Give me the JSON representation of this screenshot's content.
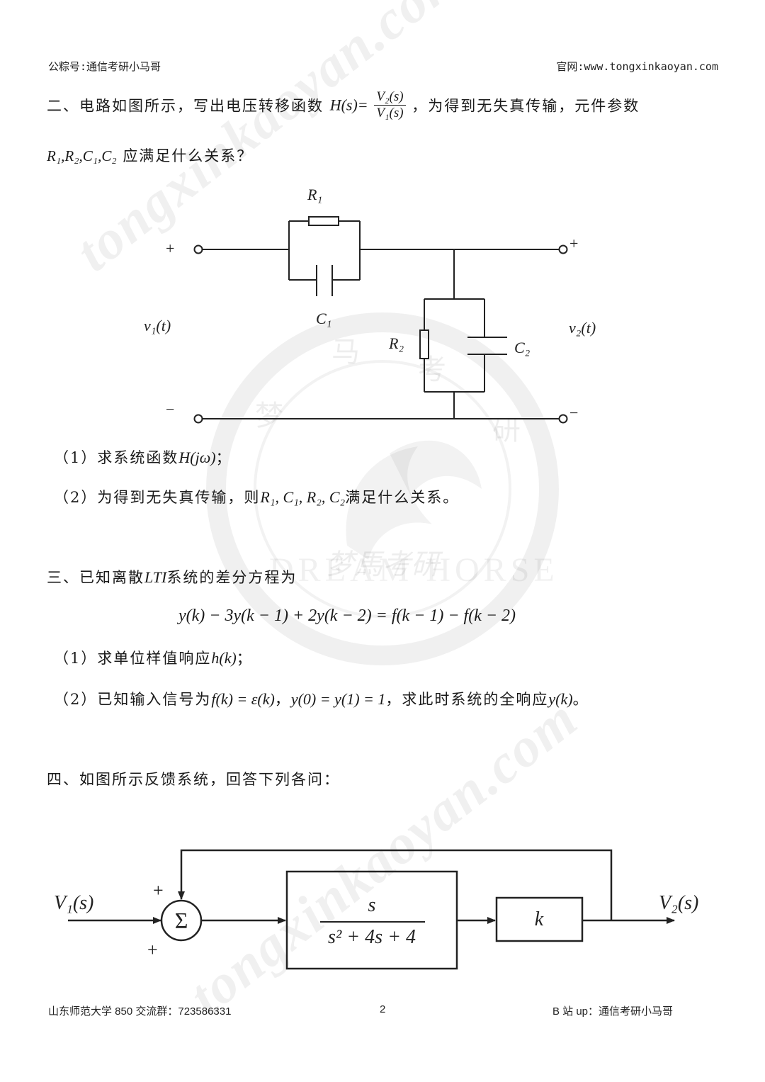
{
  "header": {
    "left": "公粽号:通信考研小马哥",
    "right": "官网:www.tongxinkaoyan.com"
  },
  "watermark": {
    "text1": "tongxinkaoyan.com",
    "text2": "tongxinkaoyan.com",
    "seal_chars": [
      "马",
      "考",
      "研",
      "梦"
    ],
    "seal_ring_text": "DREAM HORSE",
    "seal_center": "梦馬考研"
  },
  "q2": {
    "intro": "二、电路如图所示，写出电压转移函数",
    "intro_tail": "，为得到无失真传输，元件参数",
    "h_expr": "H(s)=",
    "frac_num": "V₂(s)",
    "frac_den": "V₁(s)",
    "line2_params": "R₁,R₂,C₁,C₂",
    "line2_tail": "应满足什么关系？",
    "sub1_prefix": "（1）求系统函数",
    "sub1_math": "H(jω)",
    "sub1_suffix": "；",
    "sub2_prefix": "（2）为得到无失真传输，则",
    "sub2_math": "R₁, C₁, R₂, C₂",
    "sub2_suffix": "满足什么关系。",
    "circuit": {
      "R1": "R₁",
      "C1": "C₁",
      "R2": "R₂",
      "C2": "C₂",
      "vin": "v₁(t)",
      "vout": "v₂(t)",
      "plus_left": "+",
      "minus_left": "−",
      "plus_right": "+",
      "minus_right": "−"
    }
  },
  "q3": {
    "intro_prefix": "三、已知离散",
    "intro_math": "LTI",
    "intro_suffix": "系统的差分方程为",
    "equation": "y(k) − 3y(k − 1) + 2y(k − 2) = f(k − 1) − f(k − 2)",
    "sub1_prefix": "（1）求单位样值响应",
    "sub1_math": "h(k)",
    "sub1_suffix": "；",
    "sub2_prefix": "（2）已知输入信号为",
    "sub2_math1": "f(k) = ε(k)",
    "sub2_mid": "，",
    "sub2_math2": "y(0) = y(1) = 1",
    "sub2_mid2": "，求此时系统的全响应",
    "sub2_math3": "y(k)",
    "sub2_suffix": "。"
  },
  "q4": {
    "intro": "四、如图所示反馈系统，回答下列各问：",
    "diagram": {
      "input": "V₁(s)",
      "output": "V₂(s)",
      "sum_symbol": "Σ",
      "plus_top": "+",
      "plus_bottom": "+",
      "tf_num": "s",
      "tf_den": "s² + 4s + 4",
      "gain": "k"
    }
  },
  "footer": {
    "left": "山东师范大学 850 交流群：723586331",
    "page": "2",
    "right": "B 站 up：通信考研小马哥"
  }
}
